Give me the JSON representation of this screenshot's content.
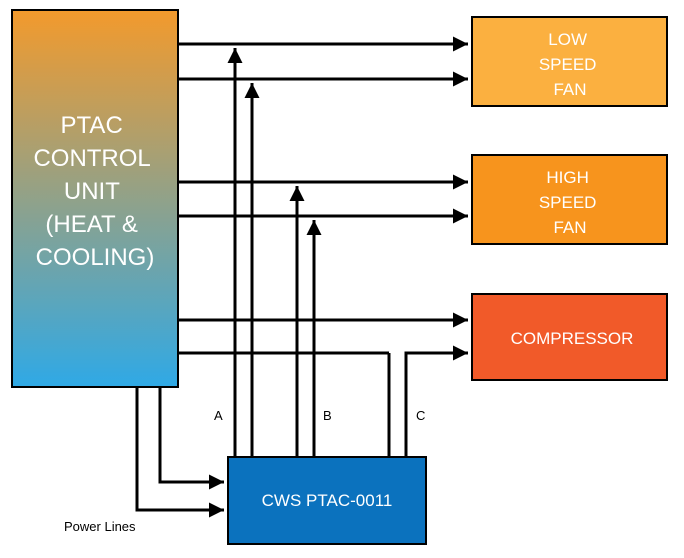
{
  "ptac_unit": {
    "lines": [
      "PTAC",
      "CONTROL",
      "UNIT",
      "(HEAT &",
      "COOLING)"
    ],
    "gradient_top": "#f39a2c",
    "gradient_bottom": "#2fa9e6"
  },
  "low_speed_fan": {
    "lines": [
      "LOW",
      "SPEED",
      "FAN"
    ],
    "color": "#fbb040"
  },
  "high_speed_fan": {
    "lines": [
      "HIGH",
      "SPEED",
      "FAN"
    ],
    "color": "#f7941d"
  },
  "compressor": {
    "label": "COMPRESSOR",
    "color": "#f15a29"
  },
  "cws_module": {
    "label": "CWS PTAC-0011",
    "color": "#0b72be"
  },
  "wire_labels": {
    "a": "A",
    "b": "B",
    "c": "C"
  },
  "power_lines_label": "Power Lines"
}
